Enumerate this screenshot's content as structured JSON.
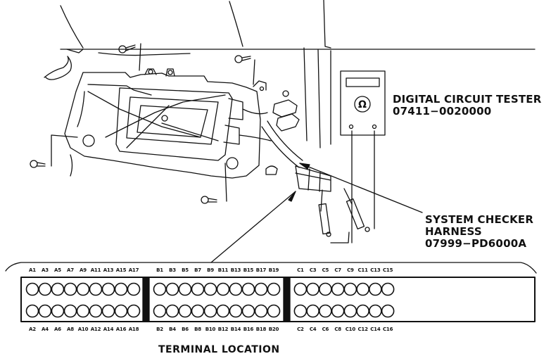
{
  "colors": {
    "ink": "#111111",
    "paper": "#ffffff"
  },
  "labels": {
    "tester_title": "DIGITAL CIRCUIT TESTER",
    "tester_part": "07411−0020000",
    "harness_title_1": "SYSTEM CHECKER",
    "harness_title_2": "HARNESS",
    "harness_part": "07999−PD6000A",
    "caption": "TERMINAL LOCATION",
    "meter_symbol": "Ω"
  },
  "terminal_blocks": [
    {
      "name": "A",
      "top": [
        "A1",
        "A3",
        "A5",
        "A7",
        "A9",
        "A11",
        "A13",
        "A15",
        "A17"
      ],
      "bottom": [
        "A2",
        "A4",
        "A6",
        "A8",
        "A10",
        "A12",
        "A14",
        "A16",
        "A18"
      ]
    },
    {
      "name": "B",
      "top": [
        "B1",
        "B3",
        "B5",
        "B7",
        "B9",
        "B11",
        "B13",
        "B15",
        "B17",
        "B19"
      ],
      "bottom": [
        "B2",
        "B4",
        "B6",
        "B8",
        "B10",
        "B12",
        "B14",
        "B16",
        "B18",
        "B20"
      ]
    },
    {
      "name": "C",
      "top": [
        "C1",
        "C3",
        "C5",
        "C7",
        "C9",
        "C11",
        "C13",
        "C15"
      ],
      "bottom": [
        "C2",
        "C4",
        "C6",
        "C8",
        "C10",
        "C12",
        "C14",
        "C16"
      ]
    }
  ]
}
